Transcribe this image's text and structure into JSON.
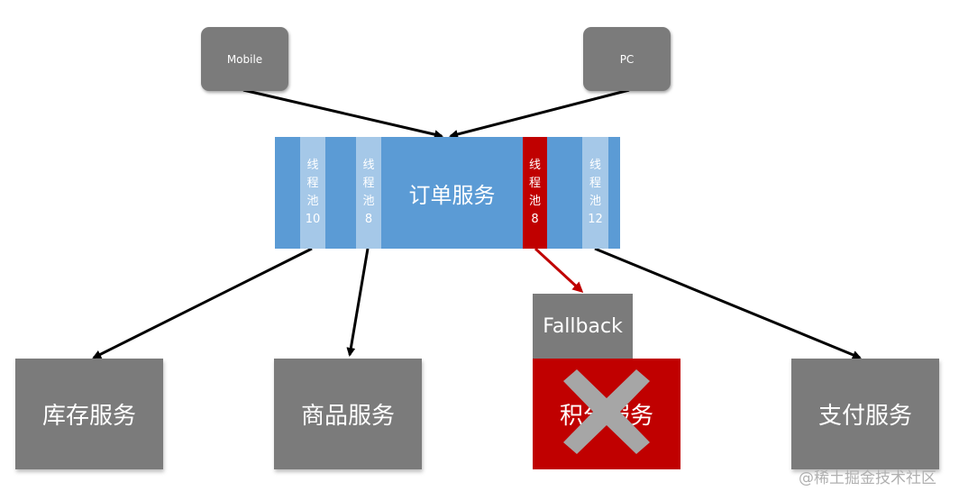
{
  "clients": {
    "mobile": "Mobile",
    "pc": "PC"
  },
  "order_service": {
    "label": "订单服务",
    "pools": [
      {
        "chars": [
          "线",
          "程",
          "池"
        ],
        "size": "10",
        "state": "normal"
      },
      {
        "chars": [
          "线",
          "程",
          "池"
        ],
        "size": "8",
        "state": "normal"
      },
      {
        "chars": [
          "线",
          "程",
          "池"
        ],
        "size": "8",
        "state": "failed"
      },
      {
        "chars": [
          "线",
          "程",
          "池"
        ],
        "size": "12",
        "state": "normal"
      }
    ]
  },
  "services": {
    "inventory": "库存服务",
    "product": "商品服务",
    "points": "积分服务",
    "payment": "支付服务"
  },
  "fallback": "Fallback",
  "watermark": "@稀土掘金技术社区",
  "colors": {
    "gray": "#7b7b7b",
    "blue": "#5b9bd5",
    "pool_light": "#a5c8e8",
    "failed_red": "#c00000",
    "x_mark": "#a6a6a6",
    "arrow_black": "#000000",
    "arrow_red": "#c00000"
  },
  "icons": {
    "failure": "x-mark-icon"
  }
}
